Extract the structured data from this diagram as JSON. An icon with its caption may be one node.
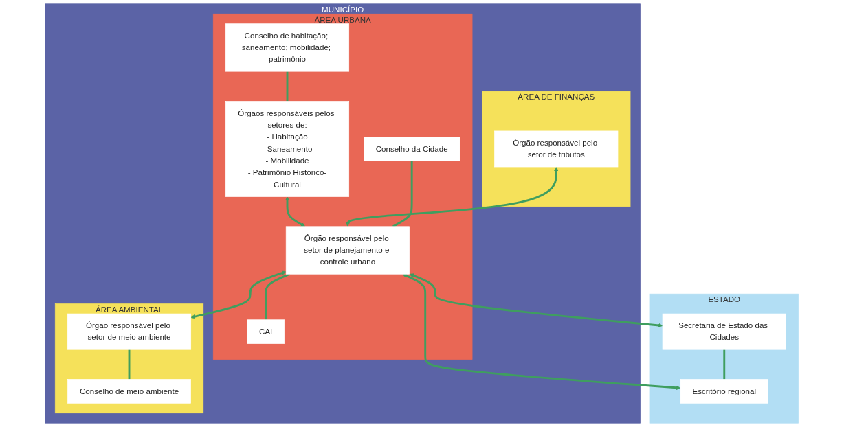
{
  "diagram": {
    "nodes": [
      {
        "text": [
          "MUNICÍPIO"
        ]
      },
      {
        "text": [
          "ÁREA DE FINANÇAS"
        ],
        "in": 0
      },
      {
        "text": [
          "Órgão responsável pelo setor de tributos"
        ],
        "in": 1
      },
      {
        "text": [
          "ÁREA URBANA"
        ],
        "in": 0
      },
      {
        "text": [
          "Conselho de habitação; saneamento; mobilidade; patrimônio"
        ],
        "in": 3
      },
      {
        "text": [
          "Órgãos responsáveis pelos setores de:",
          "- Habitação",
          "- Saneamento",
          "- Mobilidade",
          "- Patrimônio Histórico-Cultural"
        ],
        "in": 3
      },
      {
        "text": [
          "Conselho da Cidade"
        ],
        "in": 3
      },
      {
        "text": [
          "Órgão responsável pelo setor de planejamento e controle urbano"
        ],
        "in": 3
      },
      {
        "text": [
          "CAI"
        ],
        "in": 3
      },
      {
        "text": [
          "ÁREA AMBIENTAL"
        ],
        "in": 0
      },
      {
        "text": [
          "Órgão responsável pelo setor de meio ambiente"
        ],
        "in": 9
      },
      {
        "text": [
          "Conselho de meio ambiente"
        ],
        "in": 9
      },
      {
        "text": [
          "ESTADO"
        ]
      },
      {
        "text": [
          "Secretaria de Estado das Cidades"
        ],
        "in": 12
      },
      {
        "text": [
          "Escritório regional"
        ],
        "in": 12
      }
    ],
    "edges": [
      {
        "from": 4,
        "to": 5,
        "arrow": "none"
      },
      {
        "from": 5,
        "to": 7,
        "arrow": "both"
      },
      {
        "from": 2,
        "to": 7,
        "arrow": "both"
      },
      {
        "from": 6,
        "to": 7,
        "arrow": "none"
      },
      {
        "from": 7,
        "to": 8,
        "arrow": "none"
      },
      {
        "from": 7,
        "to": 10,
        "arrow": "both"
      },
      {
        "from": 10,
        "to": 11,
        "arrow": "none"
      },
      {
        "from": 7,
        "to": 13,
        "arrow": "both"
      },
      {
        "from": 7,
        "to": 14,
        "arrow": "both"
      },
      {
        "from": 13,
        "to": 14,
        "arrow": "none"
      }
    ]
  }
}
